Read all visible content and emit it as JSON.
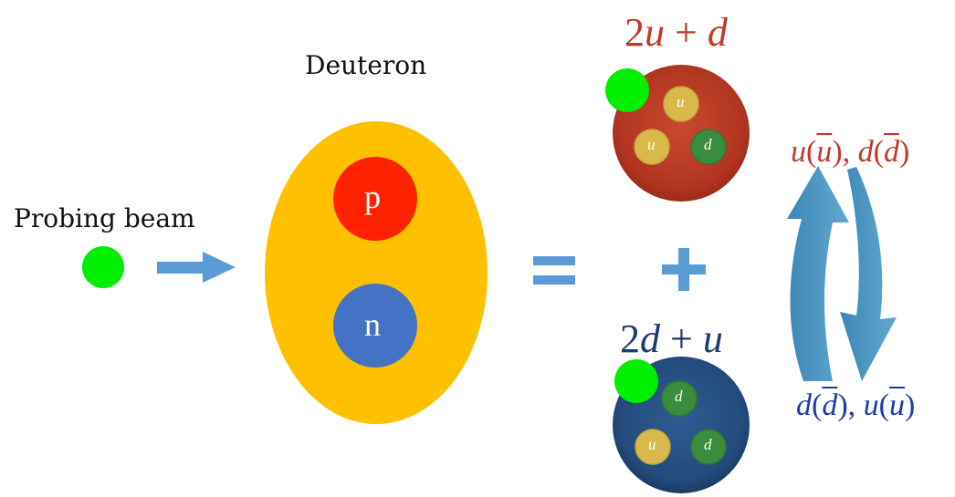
{
  "labels": {
    "probing_beam": "Probing beam",
    "deuteron": "Deuteron",
    "proton": "p",
    "neutron": "n",
    "equals": "=",
    "plus": "+",
    "proton_content": {
      "a": "2",
      "b": "u",
      "c": " + ",
      "d": "d"
    },
    "neutron_content": {
      "a": "2",
      "b": "d",
      "c": " + ",
      "d": "u"
    },
    "quark_u": "u",
    "quark_d": "d",
    "top_flavor": {
      "u": "u",
      "ubar": "u",
      "sep": ", ",
      "d": "d",
      "dbar": "d",
      "lp": "(",
      "rp": ")"
    },
    "bottom_flavor": {
      "d": "d",
      "dbar": "d",
      "sep": ", ",
      "u": "u",
      "ubar": "u",
      "lp": "(",
      "rp": ")"
    }
  },
  "colors": {
    "beam": "#00ee00",
    "arrow": "#5b9bd5",
    "deuteron": "#ffc000",
    "proton_ball": "#ff2200",
    "neutron_ball": "#4472c4",
    "proton_disc": "#b83a22",
    "neutron_disc": "#264f82",
    "quark_u": "#d8b94a",
    "quark_d": "#3a8c3e",
    "operator": "#5b9bd5",
    "proton_text": "#c0392b",
    "neutron_text": "#1f3a93",
    "flip_arrow": "#4a90b8"
  },
  "icons": [
    "beam-particle-icon",
    "beam-arrow-icon",
    "cycle-arrow-up-icon",
    "cycle-arrow-down-icon"
  ]
}
